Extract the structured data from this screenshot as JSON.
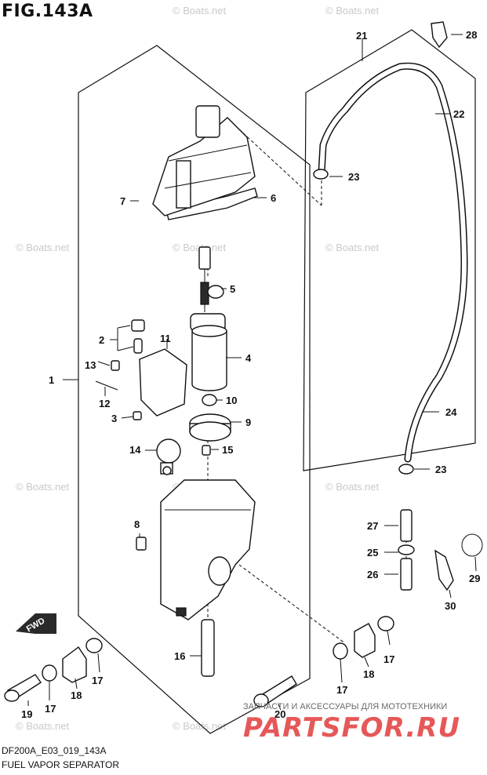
{
  "figure": {
    "title": "FIG.143A",
    "code": "DF200A_E03_019_143A",
    "caption": "FUEL VAPOR SEPARATOR"
  },
  "watermark": {
    "text": "© Boats.net"
  },
  "brand": {
    "tagline": "ЗАПЧАСТИ И АКСЕССУАРЫ ДЛЯ МОТОТЕХНИКИ",
    "logo": "PARTSFOR.RU"
  },
  "fwd_label": "FWD",
  "callouts": {
    "c1": "1",
    "c2": "2",
    "c3": "3",
    "c4": "4",
    "c5": "5",
    "c6": "6",
    "c7": "7",
    "c8": "8",
    "c9": "9",
    "c10": "10",
    "c11": "11",
    "c12": "12",
    "c13": "13",
    "c14": "14",
    "c15": "15",
    "c16": "16",
    "c17a": "17",
    "c17b": "17",
    "c17c": "17",
    "c17d": "17",
    "c18a": "18",
    "c18b": "18",
    "c19": "19",
    "c20": "20",
    "c21": "21",
    "c22": "22",
    "c23a": "23",
    "c23b": "23",
    "c24": "24",
    "c25": "25",
    "c26": "26",
    "c27": "27",
    "c28": "28",
    "c29": "29",
    "c30": "30"
  },
  "icons": {
    "fwd_arrow": "fwd-arrow-icon"
  }
}
